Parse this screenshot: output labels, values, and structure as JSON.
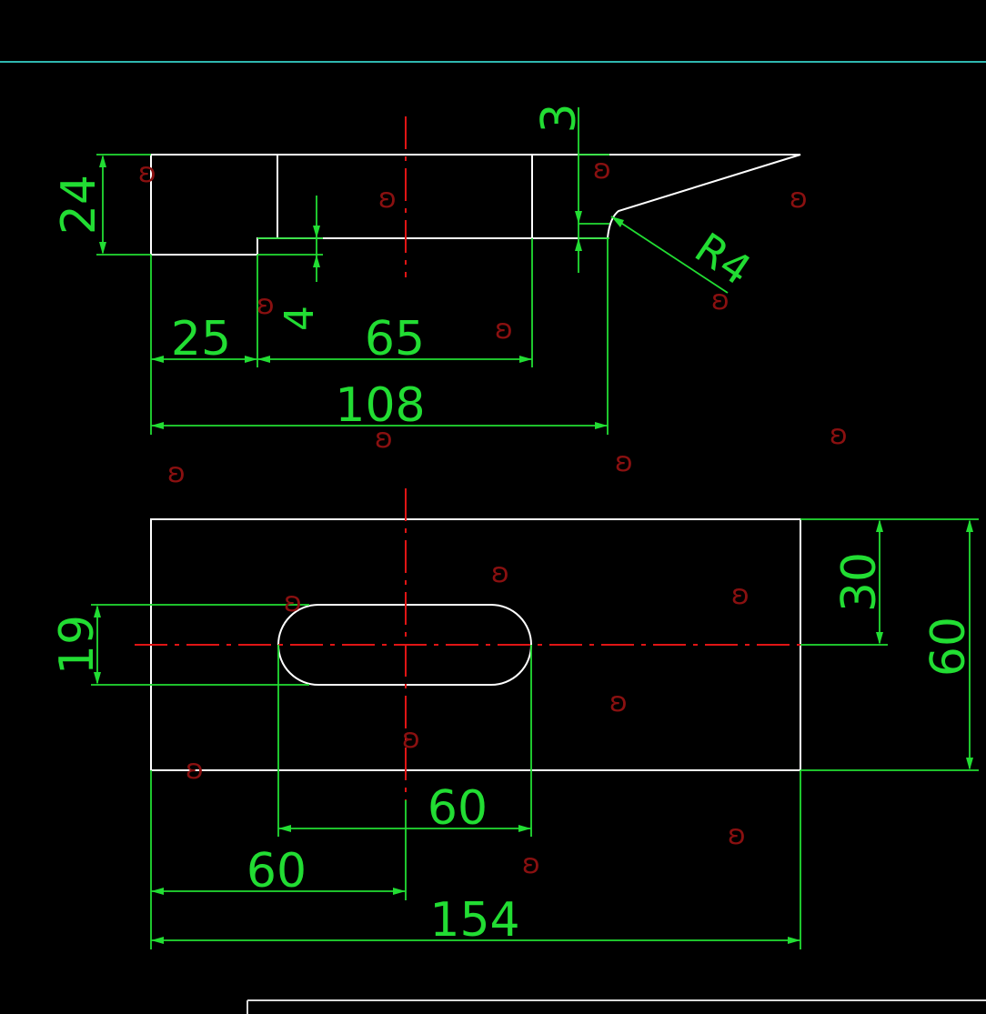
{
  "colors": {
    "background": "#000000",
    "geometry": "#ffffff",
    "dimension": "#22dd33",
    "centerline": "#e01515",
    "frame": "#2fb8b0"
  },
  "dimensions": {
    "side_height": "24",
    "step_height": "3",
    "small_step": "4",
    "left_length": "25",
    "middle_length": "65",
    "side_total": "108",
    "radius": "R4",
    "slot_width": "19",
    "half_width": "30",
    "total_width": "60",
    "slot_length": "60",
    "slot_offset": "60",
    "total_length": "154"
  }
}
